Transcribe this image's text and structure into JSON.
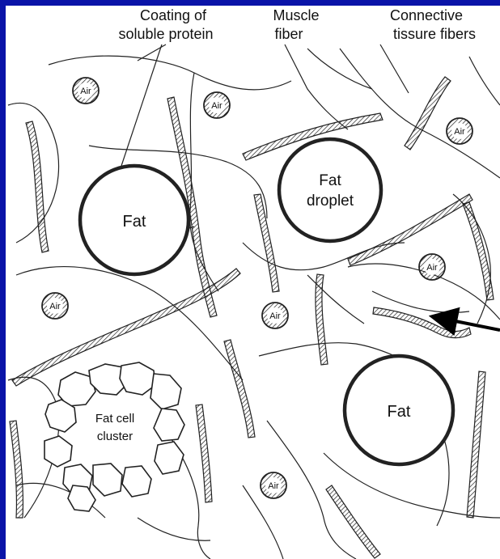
{
  "diagram": {
    "colors": {
      "frame_background": "#0a14a8",
      "panel_background": "#ffffff",
      "ink": "#111111",
      "fiber_ink": "#222222"
    },
    "top_labels": {
      "coating_line1": "Coating of",
      "coating_line2": "soluble protein",
      "muscle_line1": "Muscle",
      "muscle_line2": "fiber",
      "connective_line1": "Connective",
      "connective_line2": "tissure fibers"
    },
    "fat_large_left": "Fat",
    "fat_droplet_line1": "Fat",
    "fat_droplet_line2": "droplet",
    "fat_large_right": "Fat",
    "fat_cell_cluster_line1": "Fat cell",
    "fat_cell_cluster_line2": "cluster",
    "air_bubble_label": "Air",
    "arrow_icon": "arrow-left-icon"
  }
}
